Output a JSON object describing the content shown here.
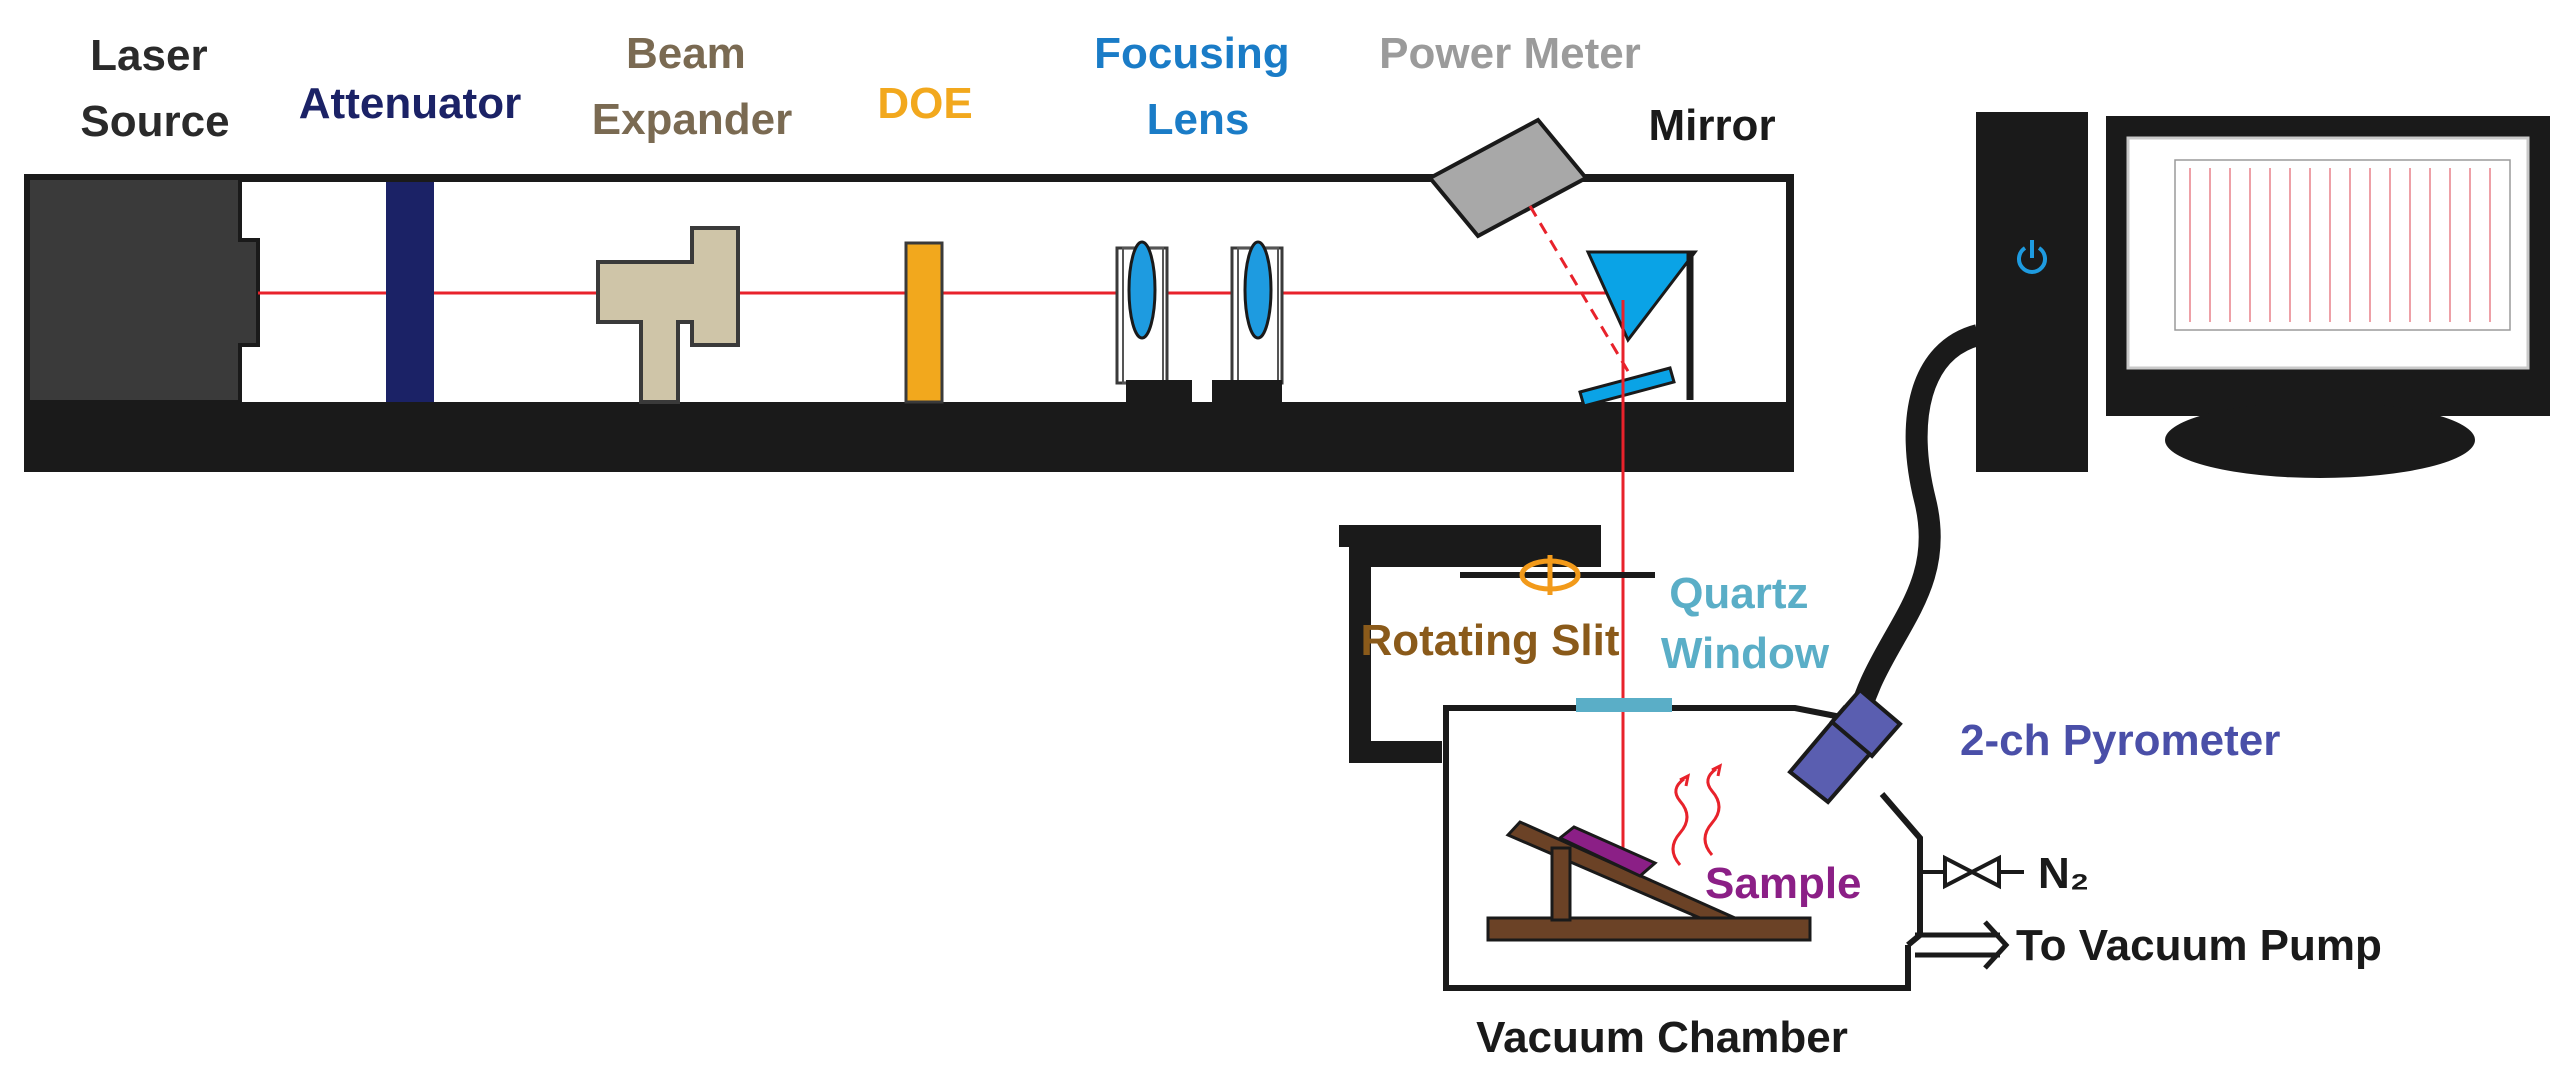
{
  "labels": {
    "laser_source": [
      "Laser",
      "Source"
    ],
    "attenuator": "Attenuator",
    "beam_expander": [
      "Beam",
      "Expander"
    ],
    "doe": "DOE",
    "focusing_lens": [
      "Focusing",
      "Lens"
    ],
    "power_meter": "Power Meter",
    "mirror": "Mirror",
    "quartz_window": [
      "Quartz",
      "Window"
    ],
    "rotating_slit": "Rotating Slit",
    "pyrometer": "2-ch Pyrometer",
    "sample": "Sample",
    "n2": "N₂",
    "vacuum_pump": "To Vacuum Pump",
    "vacuum_chamber": "Vacuum Chamber"
  },
  "colors": {
    "laser_source_label": "#2a2a2a",
    "attenuator": "#1b2266",
    "beam_expander": "#7a6a52",
    "beam_expander_fill": "#cfc5a8",
    "doe": "#f2a81d",
    "focusing_lens": "#1a7cc7",
    "lens_fill": "#1e9be0",
    "power_meter_label": "#9b9b9b",
    "power_meter_fill": "#a8a8a8",
    "mirror_fill": "#0aa3e6",
    "quartz": "#5aaec7",
    "rotating_slit": "#8a5a1a",
    "slit_icon": "#f29a1a",
    "pyrometer": "#4a4fa8",
    "pyrometer_fill": "#5a5eb0",
    "sample": "#8b1f86",
    "holder": "#6b4226",
    "laser_beam": "#e8222b",
    "outline": "#1a1a1a"
  },
  "icons": [
    "power-icon",
    "valve-icon",
    "arrow-icon",
    "rotation-icon",
    "heat-wave-icon"
  ]
}
